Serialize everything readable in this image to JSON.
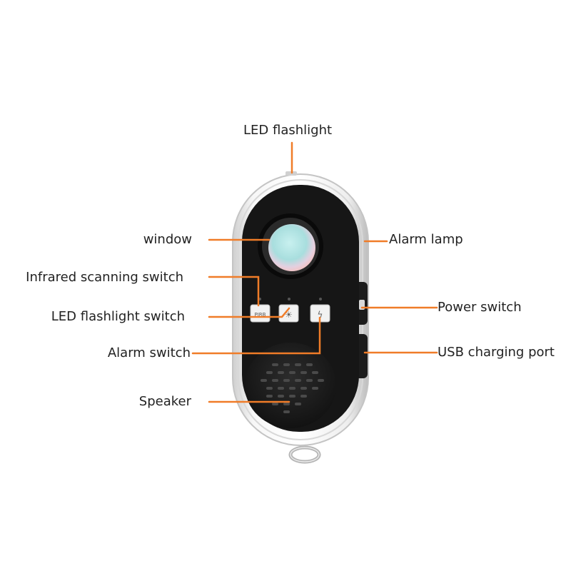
{
  "accent_color": "#f07c28",
  "labels": {
    "led_flashlight": "LED flashlight",
    "window": "window",
    "alarm_lamp": "Alarm lamp",
    "infrared_scanning_switch": "Infrared scanning switch",
    "led_flashlight_switch": "LED flashlight switch",
    "power_switch": "Power switch",
    "alarm_switch": "Alarm switch",
    "usb_charging_port": "USB charging port",
    "speaker": "Speaker"
  },
  "button_glyphs": {
    "infrared": "PIRB",
    "flashlight": "☀",
    "alarm": "ϟ"
  },
  "icons": [
    "lens-icon",
    "speaker-grille-icon",
    "keyring-icon"
  ]
}
